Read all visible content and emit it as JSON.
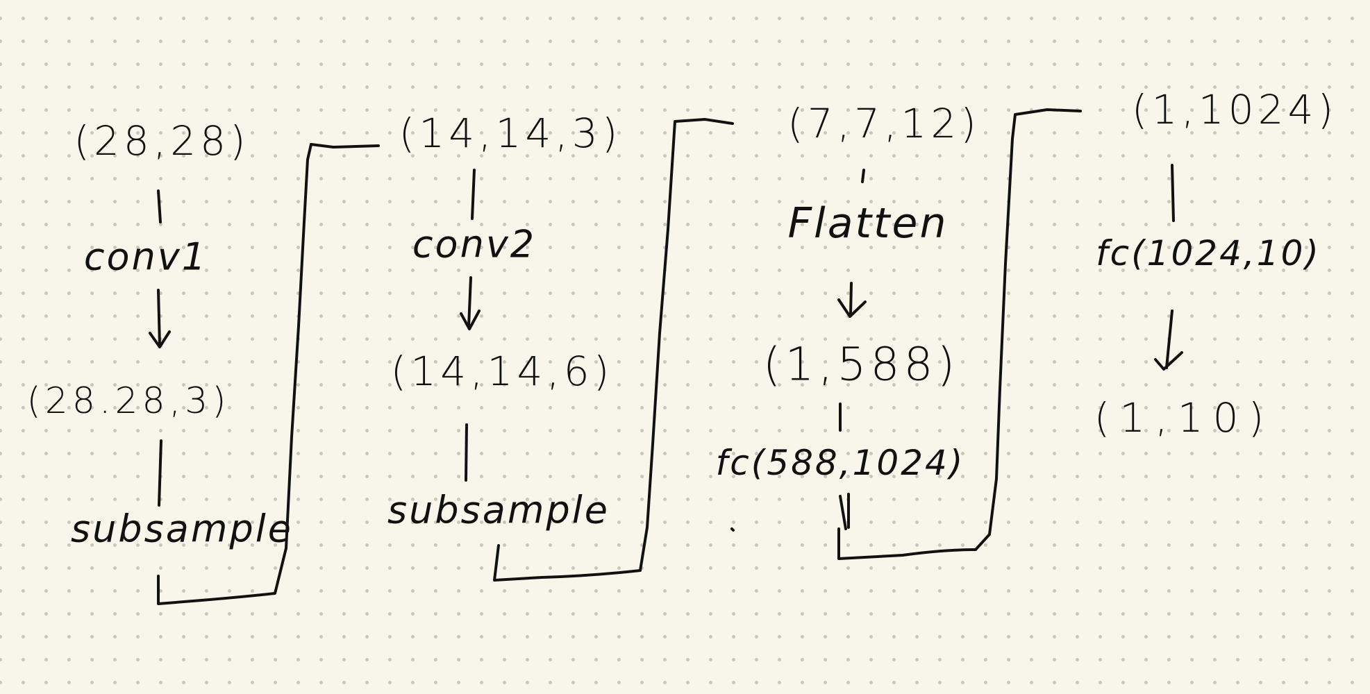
{
  "columns": [
    {
      "input_shape": "(28,28)",
      "op": "conv1",
      "output_shape": "(28.28,3)",
      "post_op": "subsample"
    },
    {
      "input_shape": "(14,14,3)",
      "op": "conv2",
      "output_shape": "(14,14,6)",
      "post_op": "subsample"
    },
    {
      "input_shape": "(7,7,12)",
      "op": "Flatten",
      "output_shape": "(1,588)",
      "post_op": "fc(588,1024)"
    },
    {
      "input_shape": "(1,1024)",
      "op": "fc(1024,10)",
      "output_shape": "(1,10)"
    }
  ]
}
